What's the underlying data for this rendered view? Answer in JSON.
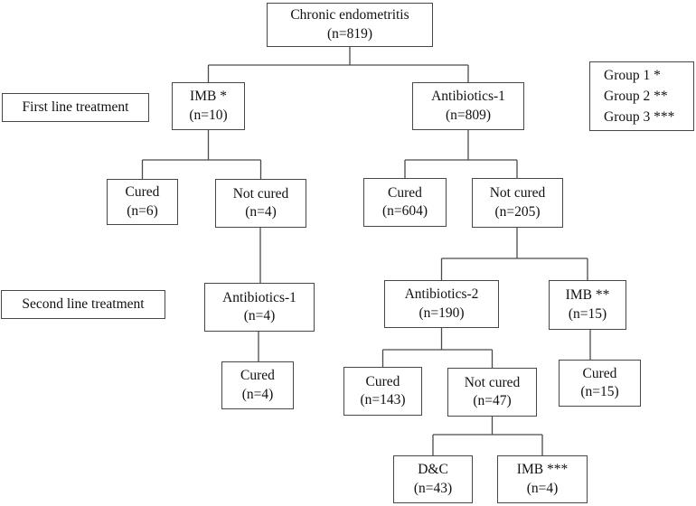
{
  "labels": {
    "first_line": "First line treatment",
    "second_line": "Second line treatment"
  },
  "legend": {
    "lines": [
      "Group 1 *",
      "Group 2 **",
      "Group 3 ***"
    ]
  },
  "nodes": {
    "chronic": {
      "label": "Chronic endometritis",
      "n": "(n=819)"
    },
    "imb1": {
      "label": "IMB *",
      "n": "(n=10)"
    },
    "abx1_first": {
      "label": "Antibiotics-1",
      "n": "(n=809)"
    },
    "cured6": {
      "label": "Cured",
      "n": "(n=6)"
    },
    "notcured4": {
      "label": "Not cured",
      "n": "(n=4)"
    },
    "cured604": {
      "label": "Cured",
      "n": "(n=604)"
    },
    "notcured205": {
      "label": "Not cured",
      "n": "(n=205)"
    },
    "abx1_second": {
      "label": "Antibiotics-1",
      "n": "(n=4)"
    },
    "abx2": {
      "label": "Antibiotics-2",
      "n": "(n=190)"
    },
    "imb2": {
      "label": "IMB **",
      "n": "(n=15)"
    },
    "cured4": {
      "label": "Cured",
      "n": "(n=4)"
    },
    "cured143": {
      "label": "Cured",
      "n": "(n=143)"
    },
    "notcured47": {
      "label": "Not cured",
      "n": "(n=47)"
    },
    "cured15": {
      "label": "Cured",
      "n": "(n=15)"
    },
    "dc": {
      "label": "D&C",
      "n": "(n=43)"
    },
    "imb3": {
      "label": "IMB ***",
      "n": "(n=4)"
    }
  }
}
